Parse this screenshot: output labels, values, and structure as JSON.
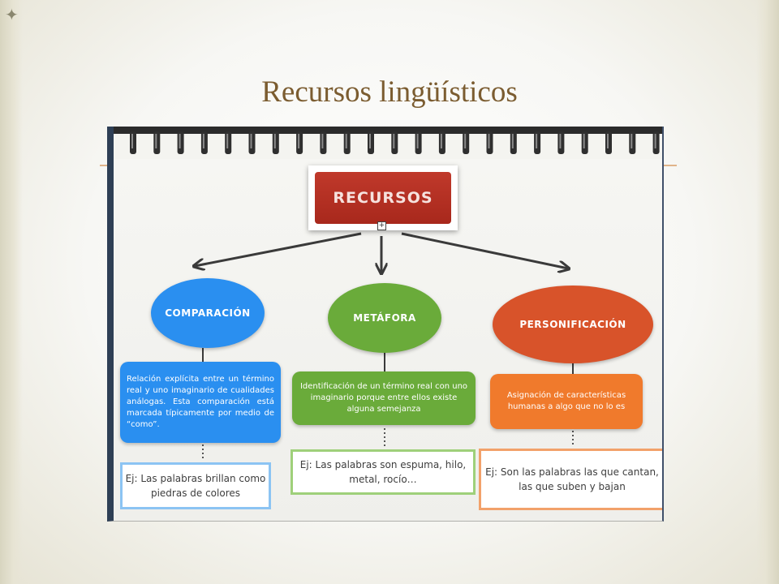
{
  "slide": {
    "title": "Recursos lingüísticos",
    "corner_icon": "four-point-star-icon"
  },
  "diagram": {
    "root": {
      "label": "RECURSOS",
      "expand_icon": "expand-plus-icon"
    },
    "branches": [
      {
        "id": "comparacion",
        "label": "COMPARACIÓN",
        "color": "#2a8ff0",
        "description": "Relación explícita entre un término real y uno imaginario de cualidades análogas. Esta comparación está marcada típicamente por medio de “como”.",
        "example": "Ej: Las palabras brillan como piedras de colores"
      },
      {
        "id": "metafora",
        "label": "METÁFORA",
        "color": "#6aab3a",
        "description": "Identificación de un término real con uno imaginario porque entre ellos existe alguna semejanza",
        "example": "Ej: Las palabras son espuma, hilo, metal, rocío…"
      },
      {
        "id": "personificacion",
        "label": "PERSONIFICACIÓN",
        "color": "#d8532a",
        "description": "Asignación de características humanas a algo que no lo es",
        "example": "Ej: Son las palabras las que cantan, las que suben y bajan"
      }
    ]
  }
}
